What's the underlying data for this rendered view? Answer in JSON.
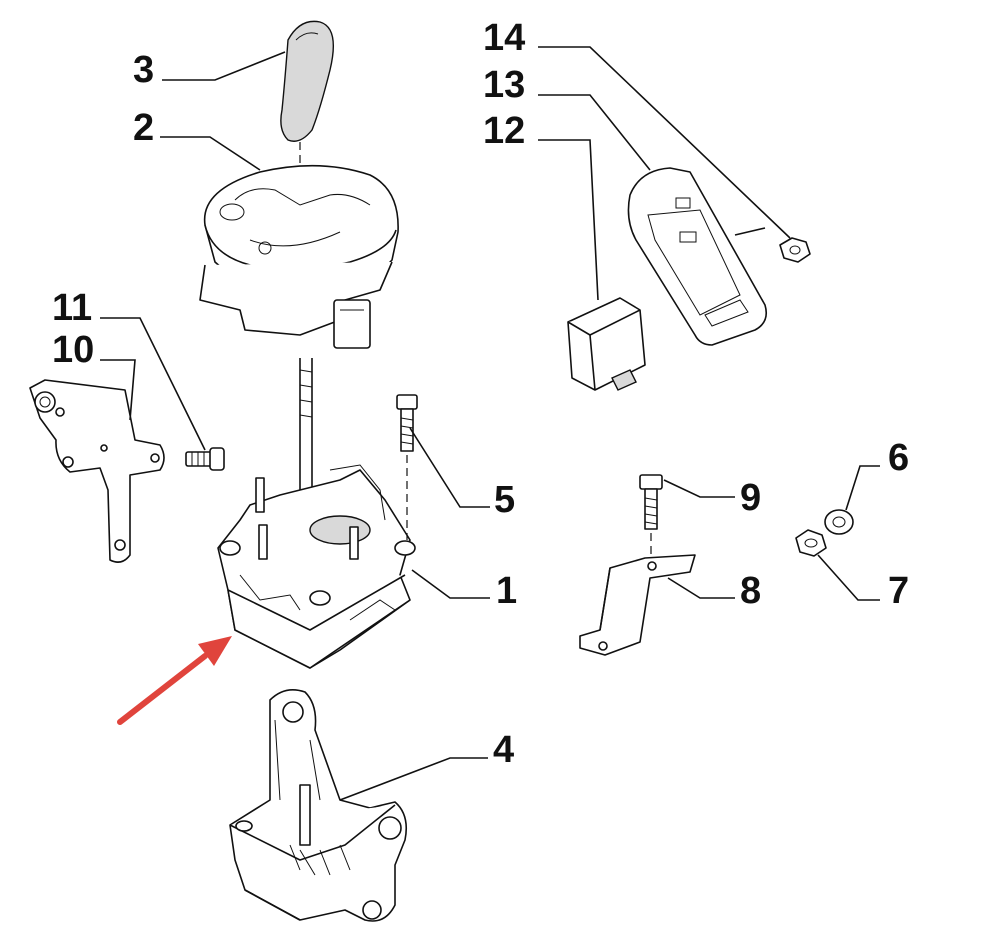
{
  "labels": {
    "part_1": "1",
    "part_2": "2",
    "part_3": "3",
    "part_4": "4",
    "part_5": "5",
    "part_6": "6",
    "part_7": "7",
    "part_8": "8",
    "part_9": "9",
    "part_10": "10",
    "part_11": "11",
    "part_12": "12",
    "part_13": "13",
    "part_14": "14"
  },
  "colors": {
    "arrow": "#e0443c",
    "line": "#111111",
    "shade": "#d9d9d9"
  }
}
